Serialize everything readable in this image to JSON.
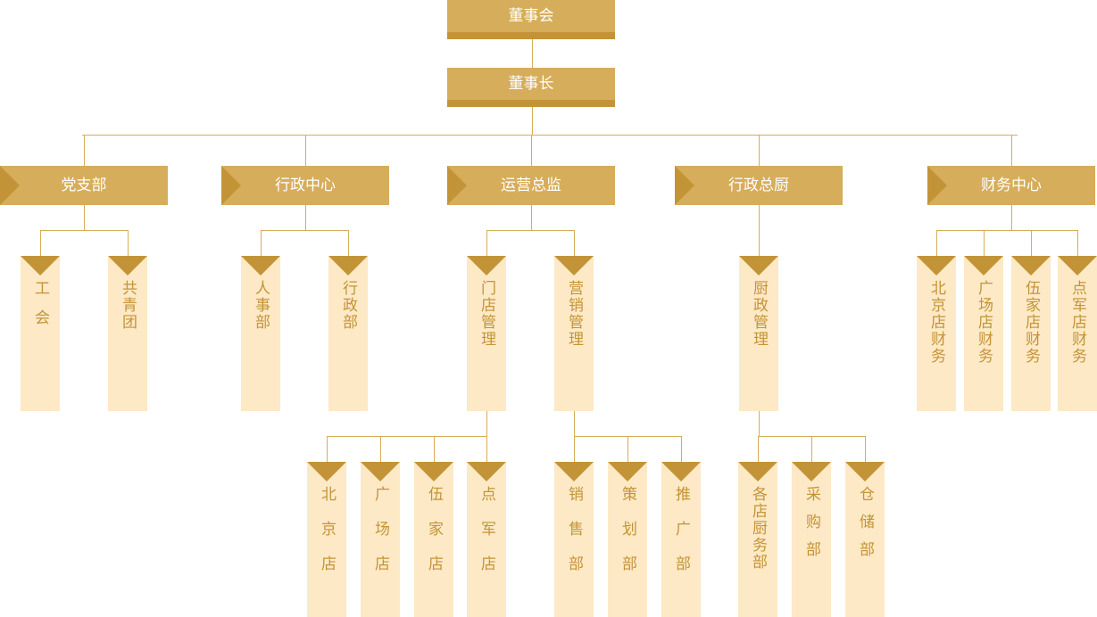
{
  "colors": {
    "primary": "#d6ad5a",
    "dark": "#c39437",
    "light": "#fde9c6"
  },
  "board": "董事会",
  "chairman": "董事长",
  "departments": [
    {
      "label": "党支部",
      "children": [
        {
          "label": "工会"
        },
        {
          "label": "共青团"
        }
      ]
    },
    {
      "label": "行政中心",
      "children": [
        {
          "label": "人事部"
        },
        {
          "label": "行政部"
        }
      ]
    },
    {
      "label": "运营总监",
      "children": [
        {
          "label": "门店管理",
          "children": [
            {
              "label": "北京店"
            },
            {
              "label": "广场店"
            },
            {
              "label": "伍家店"
            },
            {
              "label": "点军店"
            }
          ]
        },
        {
          "label": "营销管理",
          "children": [
            {
              "label": "销售部"
            },
            {
              "label": "策划部"
            },
            {
              "label": "推广部"
            }
          ]
        }
      ]
    },
    {
      "label": "行政总厨",
      "children": [
        {
          "label": "厨政管理",
          "children": [
            {
              "label": "各店厨务部"
            },
            {
              "label": "采购部"
            },
            {
              "label": "仓储部"
            }
          ]
        }
      ]
    },
    {
      "label": "财务中心",
      "children": [
        {
          "label": "北京店财务"
        },
        {
          "label": "广场店财务"
        },
        {
          "label": "伍家店财务"
        },
        {
          "label": "点军店财务"
        }
      ]
    }
  ]
}
